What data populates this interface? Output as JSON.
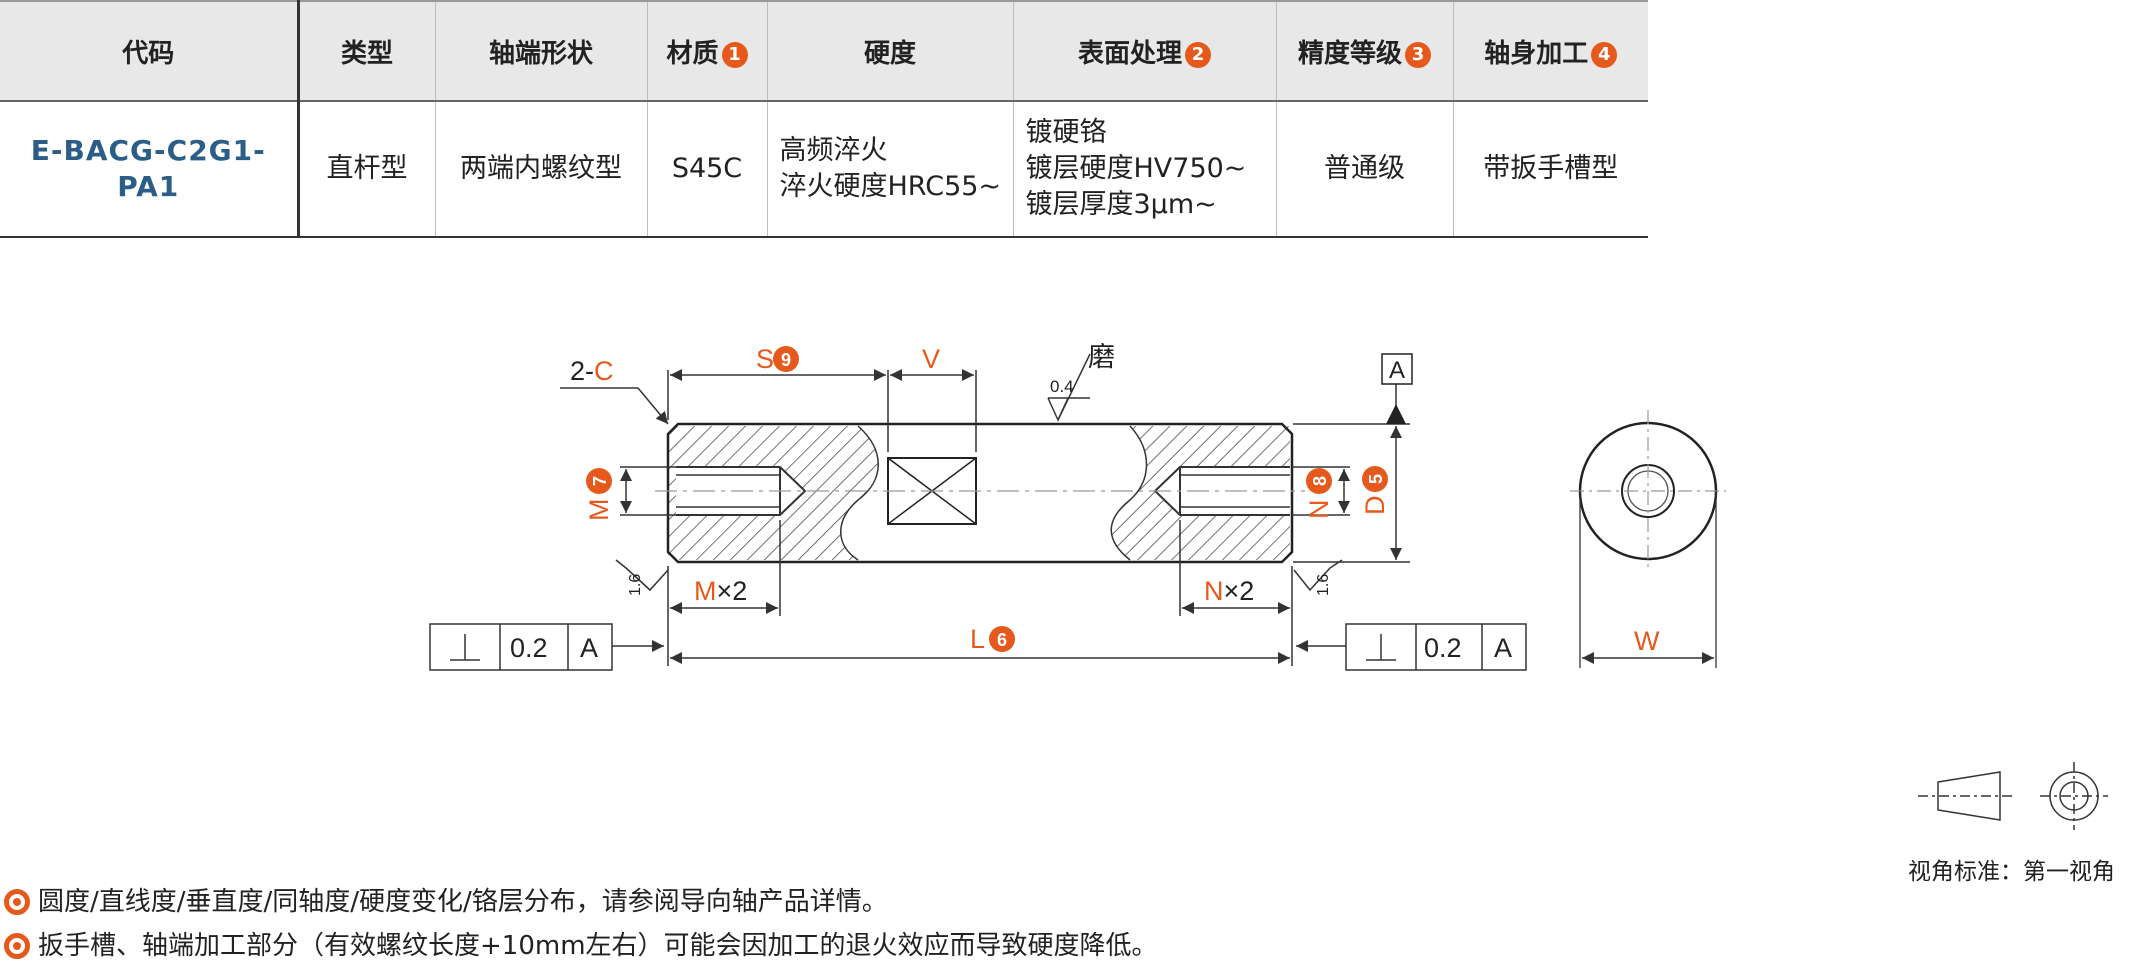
{
  "table": {
    "headers": [
      {
        "label": "代码",
        "badge": ""
      },
      {
        "label": "类型",
        "badge": ""
      },
      {
        "label": "轴端形状",
        "badge": ""
      },
      {
        "label": "材质",
        "badge": "1"
      },
      {
        "label": "硬度",
        "badge": ""
      },
      {
        "label": "表面处理",
        "badge": "2"
      },
      {
        "label": "精度等级",
        "badge": "3"
      },
      {
        "label": "轴身加工",
        "badge": "4"
      }
    ],
    "row": {
      "code": "E-BACG-C2G1-PA1",
      "type": "直杆型",
      "shaft_end": "两端内螺纹型",
      "material": "S45C",
      "hardness": [
        "高频淬火",
        "淬火硬度HRC55~"
      ],
      "surface": [
        "镀硬铬",
        "镀层硬度HV750~",
        "镀层厚度3μm~"
      ],
      "precision": "普通级",
      "shaft_processing": "带扳手槽型"
    }
  },
  "drawing": {
    "chamfer_label_prefix": "2-",
    "chamfer_label_var": "C",
    "s_label": "S",
    "s_badge": "9",
    "v_label": "V",
    "grind_label": "磨",
    "grind_roughness": "0.4",
    "datum_label": "A",
    "m_label": "M",
    "m_badge": "7",
    "n_label": "N",
    "n_badge": "8",
    "d_label": "D",
    "d_badge": "5",
    "m2_var": "M",
    "m2_suffix": "×2",
    "n2_var": "N",
    "n2_suffix": "×2",
    "roughness_left": "1.6",
    "roughness_right": "1.6",
    "l_label": "L",
    "l_badge": "6",
    "tolerance_value": "0.2",
    "tolerance_datum": "A",
    "w_label": "W"
  },
  "projection": {
    "label": "视角标准：第一视角"
  },
  "notes": [
    "圆度/直线度/垂直度/同轴度/硬度变化/铬层分布，请参阅导向轴产品详情。",
    "扳手槽、轴端加工部分（有效螺纹长度+10mm左右）可能会因加工的退火效应而导致硬度降低。"
  ],
  "colors": {
    "accent": "#e55a1c",
    "code_blue": "#2b5d86",
    "header_bg": "#e8e8e8"
  }
}
